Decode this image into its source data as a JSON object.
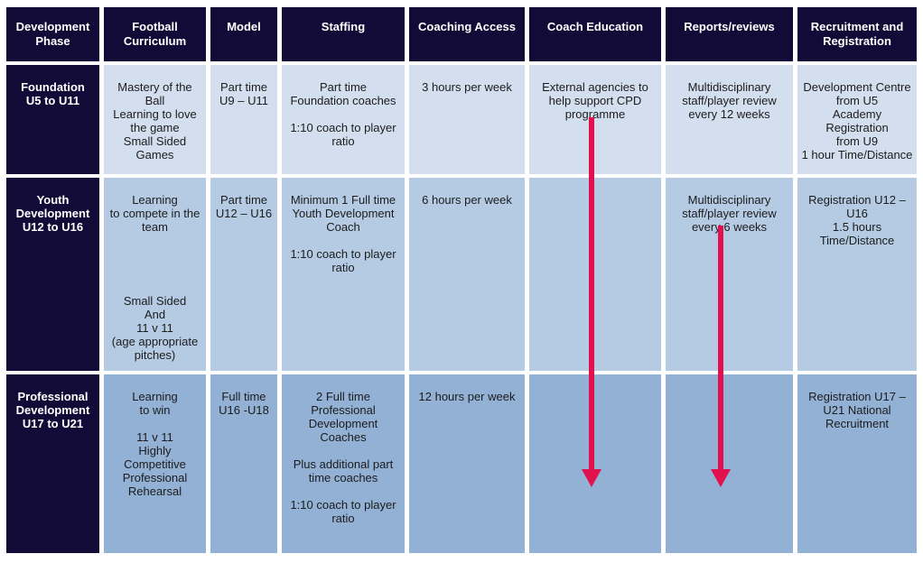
{
  "colors": {
    "header_bg": "#120b38",
    "phase_bg": "#120b38",
    "header_text": "#ffffff",
    "body_text": "#1c1c1c",
    "row1_bg": "#d3dfee",
    "row2_bg": "#b5cbe4",
    "row3_bg": "#92b1d4",
    "arrow": "#e2104c"
  },
  "table": {
    "headers": [
      "Development\nPhase",
      "Football\nCurriculum",
      "Model",
      "Staffing",
      "Coaching Access",
      "Coach Education",
      "Reports/reviews",
      "Recruitment and\nRegistration"
    ],
    "rows": [
      {
        "phase": "Foundation\nU5 to U11",
        "curriculum": "Mastery of the\nBall\nLearning to love\nthe game\nSmall Sided\nGames",
        "model": "Part time\nU9 – U11",
        "staffing": "Part time\nFoundation coaches\n\n1:10 coach to player\nratio",
        "coaching_access": "3 hours per week",
        "coach_education": "External agencies to\nhelp support CPD\nprogramme",
        "reports_reviews": "Multidisciplinary\nstaff/player review\nevery 12 weeks",
        "recruitment": "Development Centre\nfrom U5\nAcademy Registration\nfrom U9\n1 hour Time/Distance"
      },
      {
        "phase": "Youth\nDevelopment\nU12 to U16",
        "curriculum": "Learning\nto compete in the\nteam",
        "curriculum_secondary": "Small Sided\nAnd\n11 v 11\n(age appropriate\npitches)",
        "model": "Part time\nU12 – U16",
        "staffing": "Minimum 1 Full time\nYouth Development\nCoach\n\n1:10 coach to player\nratio",
        "coaching_access": "6 hours per week",
        "coach_education": "",
        "reports_reviews": "Multidisciplinary\nstaff/player review\nevery 6 weeks",
        "recruitment": "Registration U12 –\nU16\n1.5 hours\nTime/Distance"
      },
      {
        "phase": "Professional\nDevelopment\nU17 to U21",
        "curriculum": "Learning\nto win\n\n11 v 11\nHighly\nCompetitive\nProfessional\nRehearsal",
        "model": "Full time\nU16 -U18",
        "staffing": "2 Full time\nProfessional\nDevelopment\nCoaches\n\nPlus additional part\ntime coaches\n\n1:10 coach to player\nratio",
        "coaching_access": "12 hours per week",
        "coach_education": "",
        "reports_reviews": "",
        "recruitment": "Registration U17 –\nU21 National\nRecruitment"
      }
    ]
  },
  "arrows": [
    {
      "name": "coach-education-continuation-arrow"
    },
    {
      "name": "reports-reviews-continuation-arrow"
    }
  ]
}
